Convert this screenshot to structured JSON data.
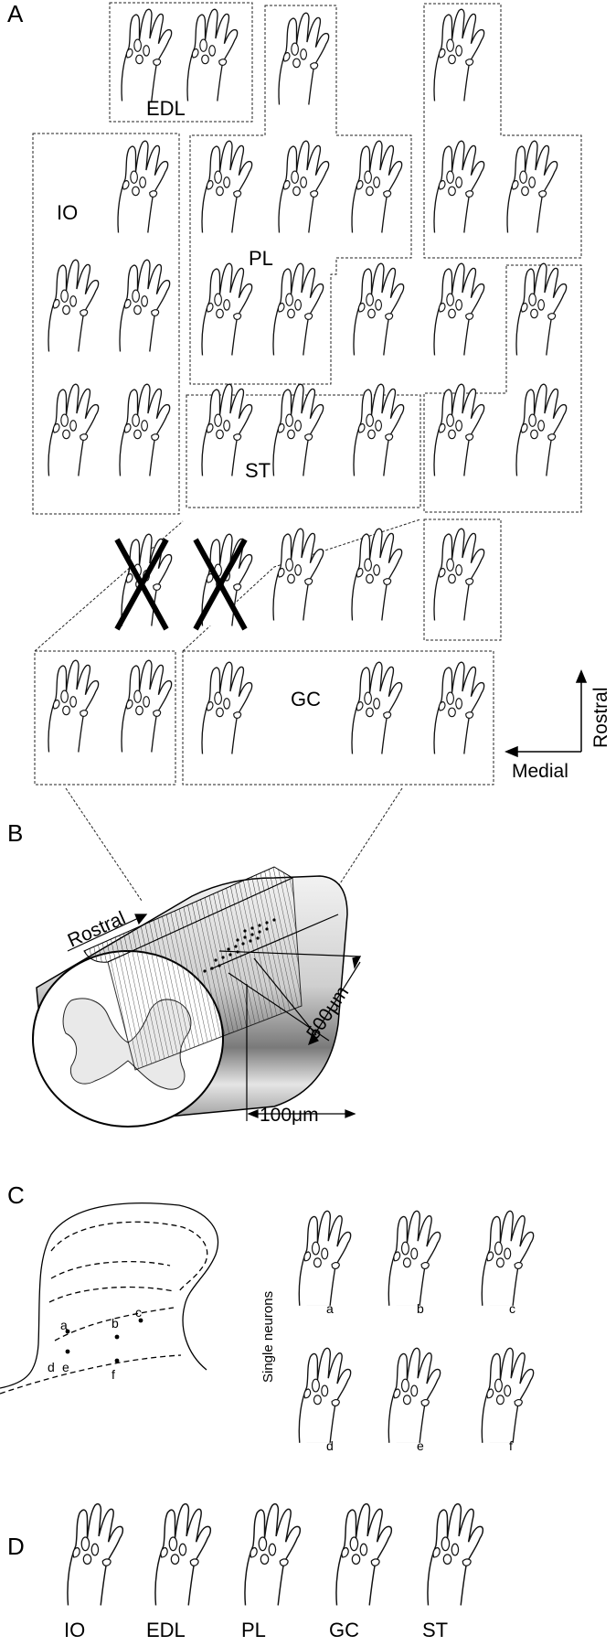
{
  "panel_a": {
    "letter": "A",
    "group_labels": {
      "edl": "EDL",
      "io": "IO",
      "pl": "PL",
      "st": "ST",
      "gc": "GC"
    },
    "axes": {
      "rostral": "Rostral",
      "medial": "Medial"
    }
  },
  "panel_b": {
    "letter": "B",
    "rostral": "Rostral",
    "dim_500": "500μm",
    "dim_100": "100μm"
  },
  "panel_c": {
    "letter": "C",
    "vertical_label": "Single neurons",
    "site_labels": [
      "a",
      "b",
      "c",
      "d",
      "e",
      "f"
    ]
  },
  "panel_d": {
    "letter": "D",
    "muscles": [
      "IO",
      "EDL",
      "PL",
      "GC",
      "ST"
    ]
  }
}
